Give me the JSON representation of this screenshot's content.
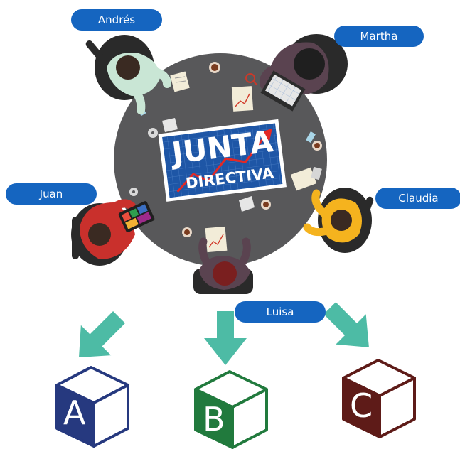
{
  "colors": {
    "pill": "#1565c0",
    "table": "#58585a",
    "arrow": "#4dbba5",
    "cube_a": "#26397f",
    "cube_b": "#217a3d",
    "cube_c": "#5e1b18",
    "banner_bg": "#1e56a6",
    "banner_arrow": "#e32926"
  },
  "banner": {
    "line1": "JUNTA",
    "line2": "DIRECTIVA"
  },
  "participants": [
    {
      "name": "Andrés"
    },
    {
      "name": "Martha"
    },
    {
      "name": "Juan"
    },
    {
      "name": "Claudia"
    },
    {
      "name": "Luisa"
    }
  ],
  "options": [
    {
      "letter": "A"
    },
    {
      "letter": "B"
    },
    {
      "letter": "C"
    }
  ],
  "icons": [
    "person-icon",
    "laptop-icon",
    "coffee-cup-icon",
    "document-icon",
    "calculator-icon",
    "tablet-icon",
    "magnifier-icon",
    "arrow-icon",
    "cube-icon"
  ]
}
